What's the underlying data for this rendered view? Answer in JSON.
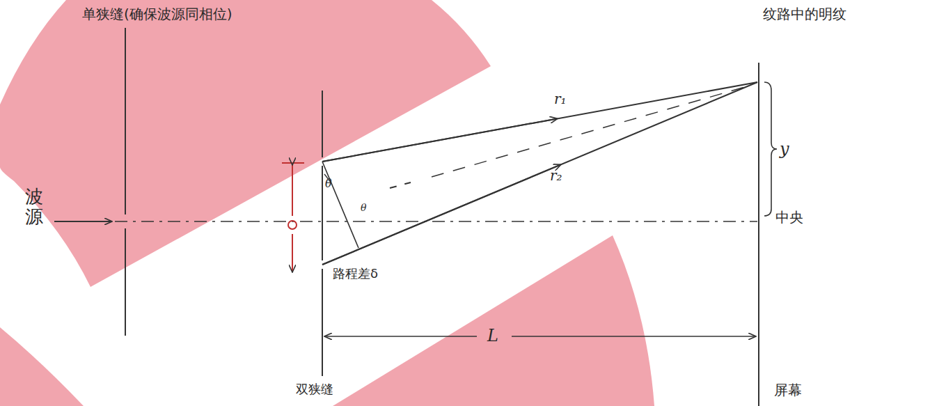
{
  "diagram": {
    "labels": [
      "单狭缝(确保波源同相位)",
      "波源",
      "r₁",
      "r₂",
      "θ",
      "θ",
      "路程差δ",
      "L",
      "双狭缝",
      "纹路中的明纹",
      "y",
      "中央",
      "屏幕"
    ]
  }
}
